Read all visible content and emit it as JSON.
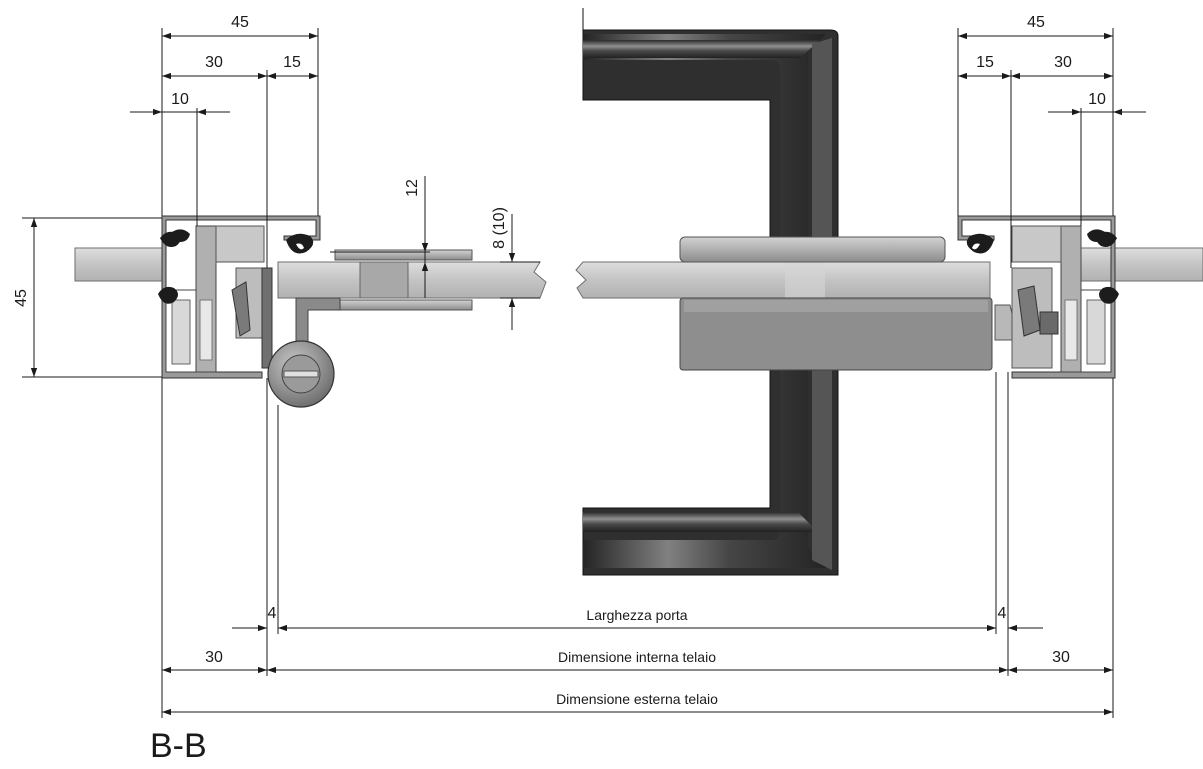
{
  "section_title": "B-B",
  "colors": {
    "line": "#1a1a1a",
    "glass": "#c8c8c8",
    "glass_edge": "#6e6e6e",
    "profile": "#9a9a9a",
    "profile_dark": "#5c5c5c",
    "handle": "#3c3c3c",
    "handle_highlight": "#8a8a8a",
    "gasket": "#1c1c1c"
  },
  "dimensions": {
    "left_top_total": "45",
    "left_top_30": "30",
    "left_top_15": "15",
    "left_top_10": "10",
    "right_top_total": "45",
    "right_top_15": "15",
    "right_top_30": "30",
    "right_top_10": "10",
    "left_height": "45",
    "gap_12": "12",
    "glass_thickness": "8 (10)",
    "left_gap_4": "4",
    "right_gap_4": "4",
    "left_bottom_30": "30",
    "right_bottom_30": "30"
  },
  "labels": {
    "door_width": "Larghezza porta",
    "frame_inner": "Dimensione interna telaio",
    "frame_outer": "Dimensione esterna telaio"
  }
}
